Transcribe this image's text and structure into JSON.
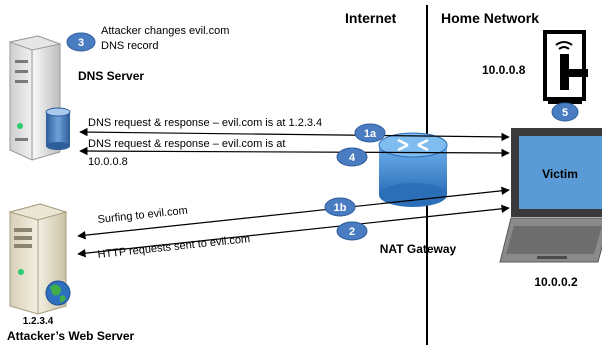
{
  "zones": {
    "internet": "Internet",
    "home_network": "Home Network"
  },
  "nodes": {
    "dns_server": {
      "label": "DNS Server"
    },
    "attacker_server": {
      "label": "Attacker’s Web Server",
      "ip": "1.2.3.4"
    },
    "nat_gateway": {
      "label": "NAT Gateway"
    },
    "victim": {
      "label": "Victim",
      "ip": "10.0.0.2"
    },
    "iot_device": {
      "ip": "10.0.0.8"
    }
  },
  "annotation": {
    "line1": "Attacker changes evil.com",
    "line2": "DNS record"
  },
  "arrows": {
    "a1a": "DNS request & response – evil.com is at 1.2.3.4",
    "a4_line1": "DNS request & response – evil.com is at",
    "a4_line2": "10.0.0.8",
    "a1b": "Surfing to evil.com",
    "a2": "HTTP requests sent to evil.com"
  },
  "steps": {
    "s3": "3",
    "s1a": "1a",
    "s4": "4",
    "s1b": "1b",
    "s2": "2",
    "s5": "5"
  },
  "colors": {
    "badge": "#4a7cc1",
    "router": "#4a90d6",
    "screen": "#5b9bd5"
  }
}
